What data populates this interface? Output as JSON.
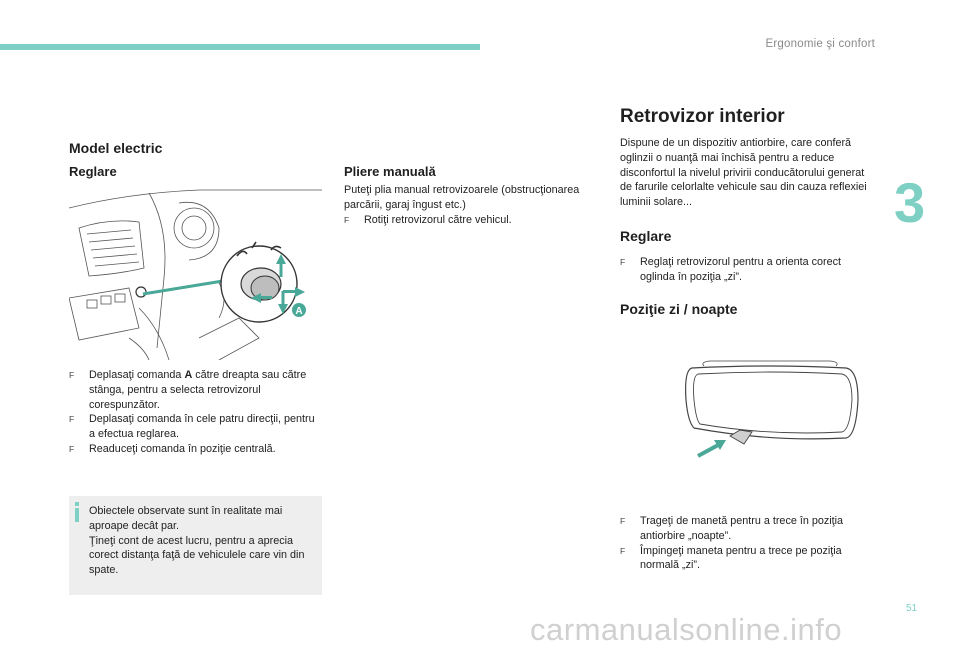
{
  "header": {
    "section_title": "Ergonomie şi confort",
    "chapter_number": "3",
    "page_number": "51",
    "accent_color": "#7fd0c4"
  },
  "left": {
    "title": "Model electric",
    "subtitle": "Reglare",
    "callout_label": "A",
    "bullets": [
      {
        "pre": "Deplasaţi comanda ",
        "bold": "A",
        "post": " către dreapta sau către stânga, pentru a selecta retrovizorul corespunzător."
      },
      {
        "text": "Deplasaţi comanda în cele patru direcţii, pentru a efectua reglarea."
      },
      {
        "text": "Readuceţi comanda în poziţie centrală."
      }
    ],
    "note_lines": [
      "Obiectele observate sunt în realitate mai aproape decât par.",
      "Ţineţi cont de acest lucru, pentru a aprecia corect distanţa faţă de vehiculele care vin din spate."
    ]
  },
  "middle": {
    "title": "Pliere manuală",
    "body": "Puteţi plia manual retrovizoarele (obstrucţionarea parcării, garaj îngust etc.)",
    "bullets": [
      "Rotiţi retrovizorul către vehicul."
    ]
  },
  "right": {
    "title": "Retrovizor interior",
    "intro": "Dispune de un dispozitiv antiorbire, care conferă oglinzii o nuanţă mai închisă pentru a reduce disconfortul la nivelul privirii conducătorului generat de farurile celorlalte vehicule sau din cauza reflexiei luminii solare...",
    "adjust_title": "Reglare",
    "adjust_bullets": [
      "Reglaţi retrovizorul pentru a orienta corect oglinda în poziţia „zi”."
    ],
    "daynight_title": "Poziţie zi / noapte",
    "daynight_bullets": [
      "Trageţi de manetă pentru a trece în poziţia antiorbire „noapte”.",
      "Împingeţi maneta pentru a trece pe poziţia normală „zi”."
    ]
  },
  "bullet_glyph": "F",
  "watermark": "carmanualsonline.info"
}
